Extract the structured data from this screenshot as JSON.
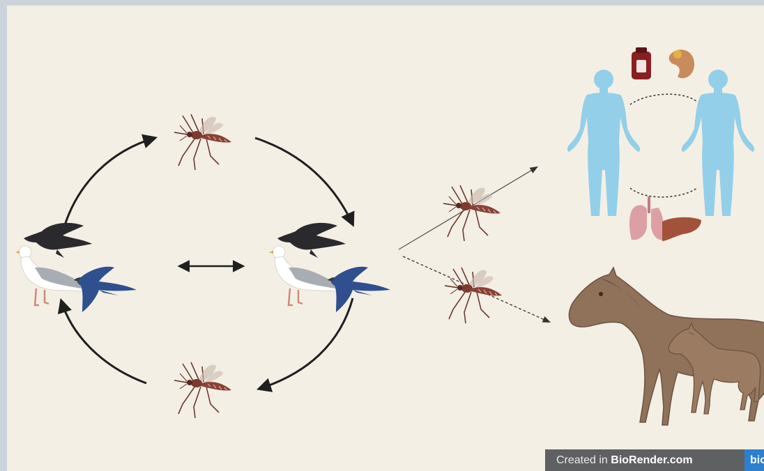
{
  "diagram": {
    "nodes": [
      {
        "id": "mosquito-top",
        "icon": "mosquito-icon"
      },
      {
        "id": "birds-left",
        "icon": "birds-icon"
      },
      {
        "id": "birds-right",
        "icon": "birds-icon"
      },
      {
        "id": "mosquito-bottom",
        "icon": "mosquito-icon"
      },
      {
        "id": "mosquito-to-humans",
        "icon": "mosquito-icon"
      },
      {
        "id": "mosquito-to-horses",
        "icon": "mosquito-icon"
      },
      {
        "id": "humans",
        "icon": "human-figures-icon"
      },
      {
        "id": "horses",
        "icon": "horse-icon"
      },
      {
        "id": "organs",
        "icon": "organ-icons"
      }
    ],
    "edges": [
      {
        "from": "birds-left",
        "to": "mosquito-top"
      },
      {
        "from": "mosquito-top",
        "to": "birds-right"
      },
      {
        "from": "birds-right",
        "to": "mosquito-bottom"
      },
      {
        "from": "mosquito-bottom",
        "to": "birds-left"
      },
      {
        "from": "birds-left",
        "to": "birds-right",
        "bidirectional": true
      },
      {
        "from": "birds-right",
        "to": "humans"
      },
      {
        "from": "birds-right",
        "to": "horses"
      }
    ]
  },
  "colors": {
    "background": "#f4efe5",
    "human": "#93cfe9",
    "horse": "#8f7259",
    "mosquito": "#7d3b30",
    "arrow": "#1f1f1f"
  },
  "credit": {
    "prefix": "Created in ",
    "brand": "BioRender.com",
    "tag": "bio"
  }
}
